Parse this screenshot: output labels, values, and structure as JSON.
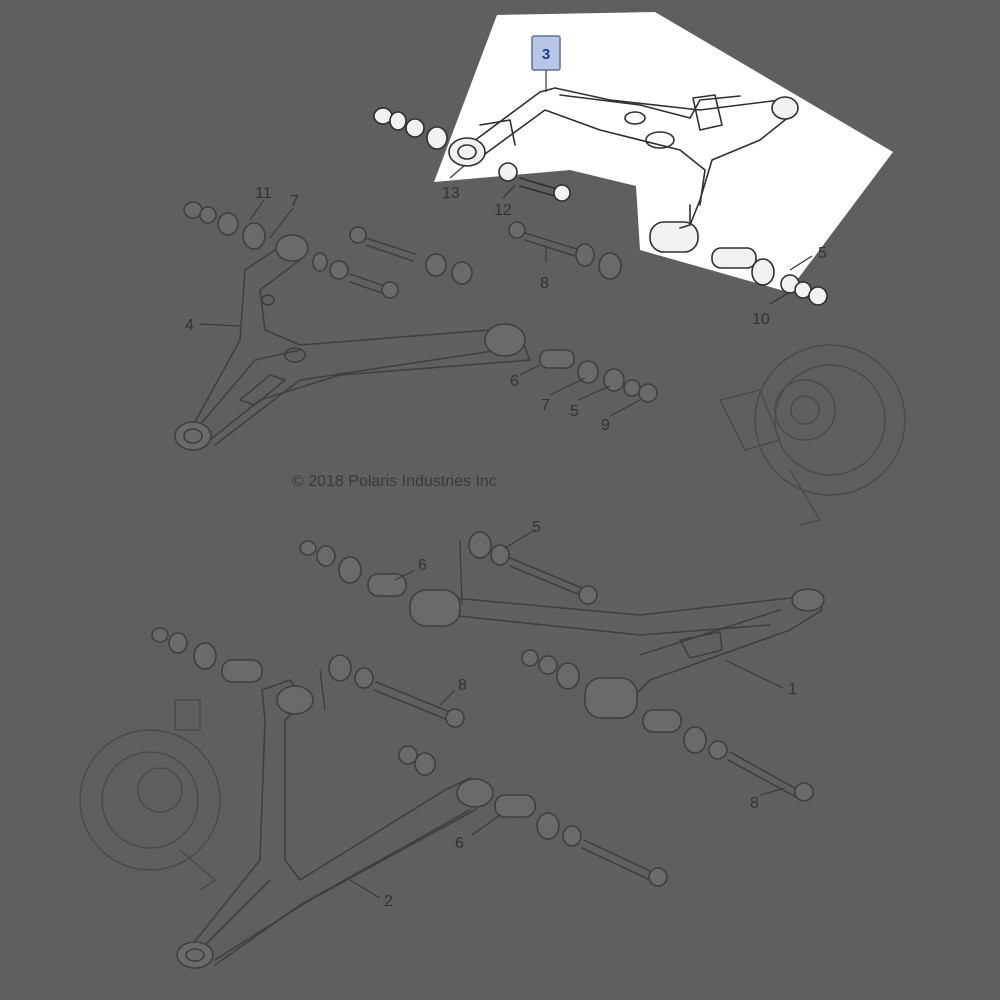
{
  "copyright": "© 2018 Polaris Industries Inc",
  "highlight": {
    "label": "3",
    "box_fill": "#b8c6e6",
    "box_stroke": "#5a6fb0"
  },
  "colors": {
    "background": "#5f5f5f",
    "highlight_panel": "#ffffff",
    "line_art": "#3f3f3f"
  },
  "callouts": {
    "c13": "13",
    "c12": "12",
    "c8a": "8",
    "c5a": "5",
    "c10": "10",
    "c11": "11",
    "c7a": "7",
    "c4": "4",
    "c6a": "6",
    "c7b": "7",
    "c5b": "5",
    "c9": "9",
    "c5c": "5",
    "c6b": "6",
    "c8b": "8",
    "c1": "1",
    "c8c": "8",
    "c6c": "6",
    "c2": "2"
  }
}
